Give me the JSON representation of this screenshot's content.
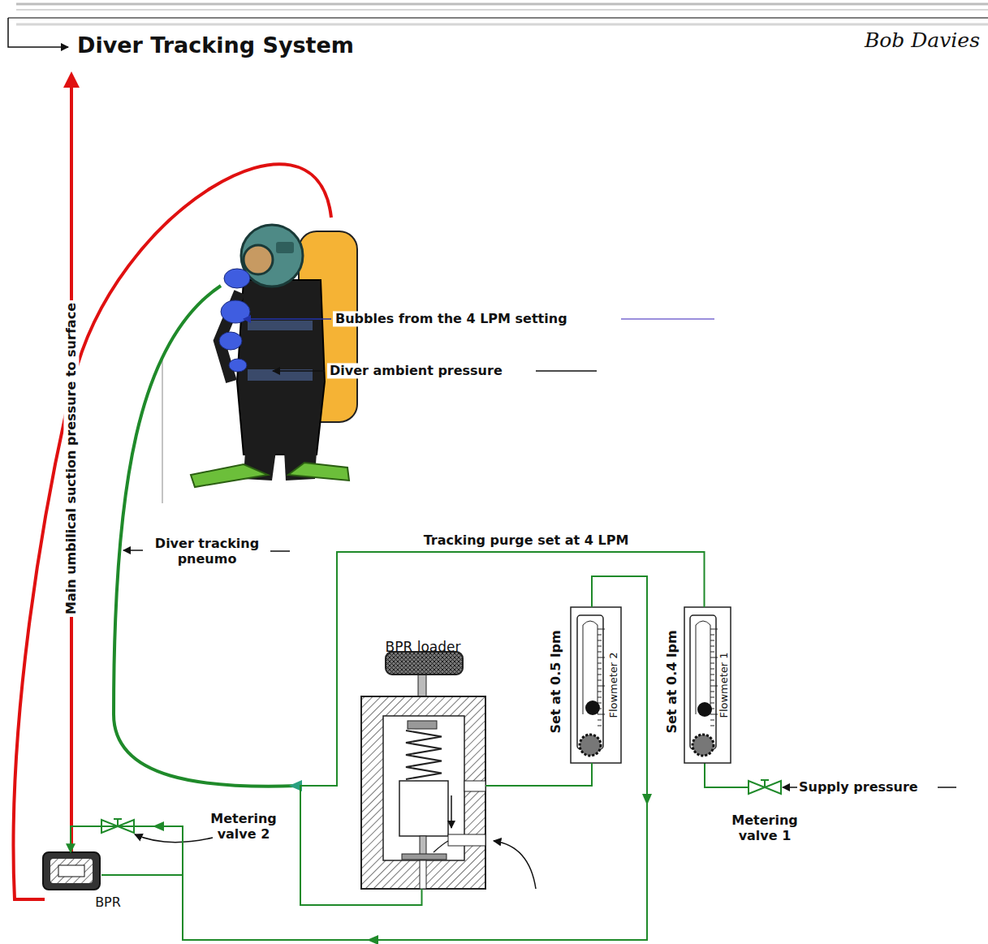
{
  "diagram": {
    "title": "Diver Tracking System",
    "nodes": [
      {
        "text": [
          "BPR loader"
        ]
      },
      {
        "text": [
          "Set at 0.5 lpm",
          "Flowmeter 2"
        ]
      },
      {
        "text": [
          "Set at 0.4 lpm",
          "Flowmeter 1"
        ]
      },
      {
        "text": [
          "BPR"
        ]
      }
    ],
    "edges": [
      {
        "from": 0,
        "to": 1,
        "arrow": "none"
      },
      {
        "from": 1,
        "to": 3,
        "arrow": "to"
      },
      {
        "from": 2,
        "to": 0,
        "arrow": "none"
      }
    ],
    "labels": [
      "Bob Davies",
      "Main umbilical suction pressure to surface",
      "Bubbles from the 4 LPM setting",
      "Diver ambient pressure",
      "Diver tracking pneumo",
      "Tracking purge set at 4 LPM",
      "Supply pressure",
      "Metering valve 1",
      "Metering valve 2"
    ]
  }
}
